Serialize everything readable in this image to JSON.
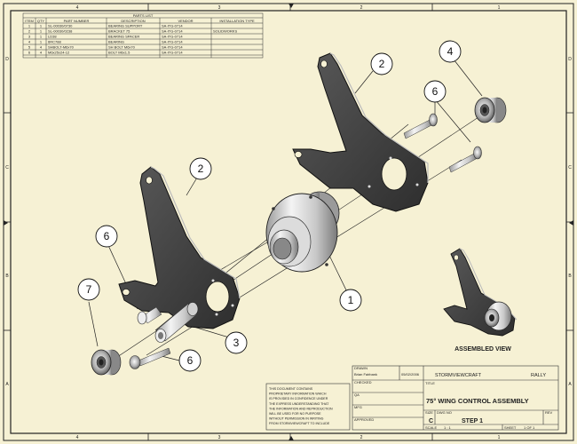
{
  "bom": {
    "title": "PARTS LIST",
    "headers": [
      "ITEM",
      "QTY",
      "PART NUMBER",
      "DESCRIPTION",
      "VENDOR",
      "INSTALLATION TYPE"
    ],
    "rows": [
      [
        "1",
        "1",
        "SL-00030/0730",
        "BEARING SUPPORT",
        "SA-ITG-0714",
        ""
      ],
      [
        "2",
        "1",
        "SL-00030/0238",
        "BRACKET 75",
        "SA-ITG-0714",
        "SOLIDWORKS"
      ],
      [
        "3",
        "1",
        "LD38",
        "BEARING SPACER",
        "SA-ITG-0714",
        ""
      ],
      [
        "4",
        "1",
        "6RC788",
        "BEARING",
        "SA-ITG-0714",
        ""
      ],
      [
        "5",
        "4",
        "SHBOLT-M6x70",
        "SH BOLT M6x70",
        "SA-ITG-0714",
        ""
      ],
      [
        "6",
        "4",
        "M6x25x24-12",
        "BOLT M6x1.5",
        "SA-ITG-0714",
        ""
      ]
    ]
  },
  "zones": {
    "cols": [
      "4",
      "3",
      "2",
      "1"
    ],
    "rows": [
      "D",
      "C",
      "B",
      "A"
    ]
  },
  "balloons": [
    {
      "id": "b1",
      "label": "1"
    },
    {
      "id": "b2a",
      "label": "2"
    },
    {
      "id": "b2b",
      "label": "2"
    },
    {
      "id": "b3",
      "label": "3"
    },
    {
      "id": "b4",
      "label": "4"
    },
    {
      "id": "b6a",
      "label": "6"
    },
    {
      "id": "b6b",
      "label": "6"
    },
    {
      "id": "b6c",
      "label": "6"
    },
    {
      "id": "b7",
      "label": "7"
    }
  ],
  "assembled_label": "ASSEMBLED VIEW",
  "notes": [
    "THIS DOCUMENT CONTAINS",
    "PROPRIETARY INFORMATION WHICH",
    "IS PROVIDED IN CONFIDENCE UNDER",
    "THE EXPRESS UNDERSTANDING THAT",
    "THE INFORMATION AND REPRODUCTION",
    "WILL BE USED FOR NO PURPOSE",
    "WITHOUT PERMISSION IN WRITING",
    "FROM STORMVIEWCRAFT TO INCLUDE"
  ],
  "title_block": {
    "drawn_label": "DRAWN",
    "drawn_by": "Brian Fairbank",
    "date": "05/02/2006",
    "checked_label": "CHECKED",
    "qa_label": "QA",
    "mfg_label": "MFG",
    "approved_label": "APPROVED",
    "company": "STORMVIEWCRAFT",
    "location": "RALLY",
    "title_label": "TITLE",
    "title": "75° WING CONTROL ASSEMBLY",
    "size_label": "SIZE",
    "size": "C",
    "dwg_label": "DWG NO",
    "dwg_no": "STEP 1",
    "rev_label": "REV",
    "scale_label": "SCALE",
    "scale": "1 : 1",
    "sheet_label": "SHEET",
    "sheet": "1 OF 1"
  },
  "colors": {
    "paper": "#f6f1d4",
    "plate": "#4a4a4a",
    "plate_edge": "#1a1a1a",
    "steel_light": "#e8e8e8",
    "steel_dark": "#8a8a8a"
  }
}
